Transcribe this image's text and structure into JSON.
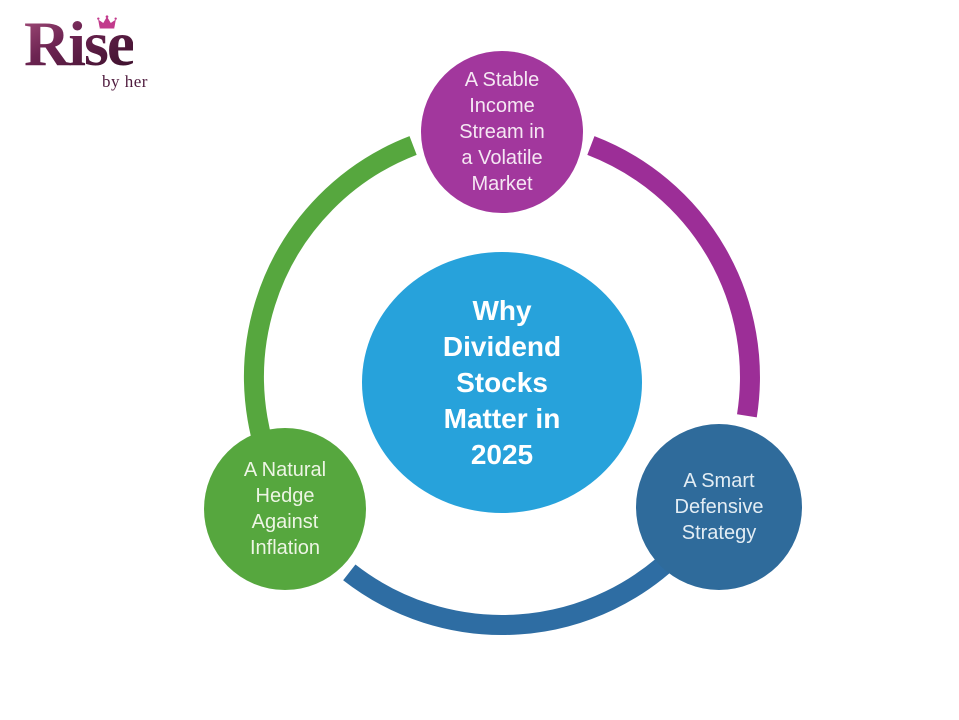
{
  "logo": {
    "brand": "Rise",
    "tagline": "by her",
    "brand_color": "#4E1A3D",
    "crown_color": "#C23A8C"
  },
  "diagram": {
    "center": {
      "label": "Why\nDividend\nStocks\nMatter in\n2025",
      "fill": "#27A2DB",
      "text_color": "#FFFFFF"
    },
    "top": {
      "label": "A Stable\nIncome\nStream in\na Volatile\nMarket",
      "fill": "#A2379D",
      "text_color": "#F5E7F3"
    },
    "left": {
      "label": "A Natural\nHedge\nAgainst\nInflation",
      "fill": "#56A73E",
      "text_color": "#EDF5E4"
    },
    "right": {
      "label": "A Smart\nDefensive\nStrategy",
      "fill": "#2F6B9B",
      "text_color": "#E3EDF4"
    },
    "arcs": {
      "green": "#56A73E",
      "purple": "#9C2E97",
      "blue": "#2E6DA3"
    }
  }
}
